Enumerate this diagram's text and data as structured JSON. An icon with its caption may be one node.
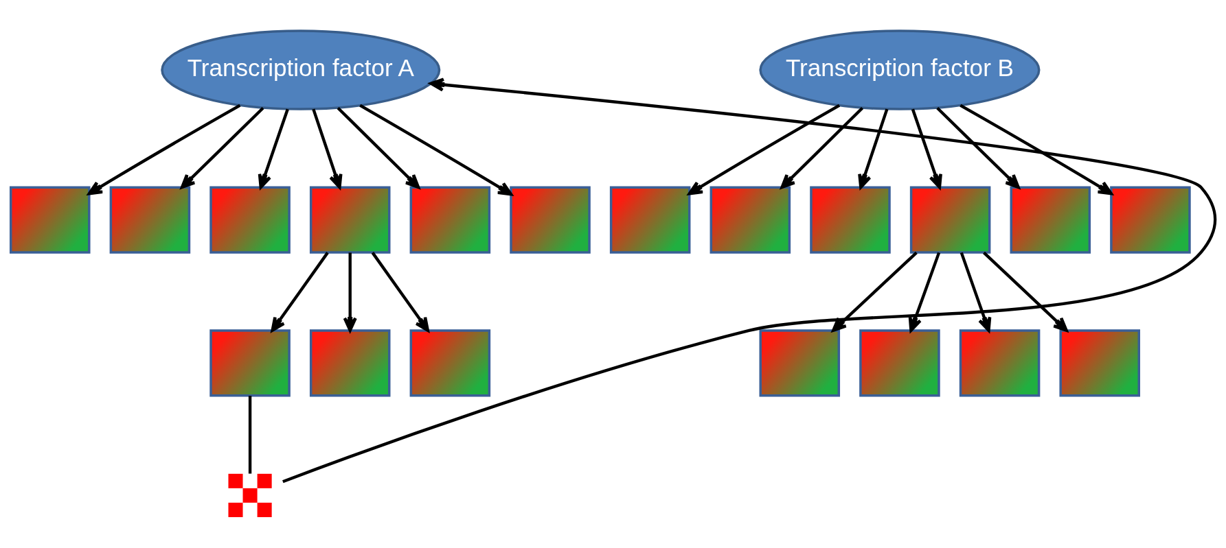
{
  "diagram": {
    "nodes": [
      {
        "text": [
          "Transcription factor A"
        ]
      },
      {
        "text": [
          "Transcription factor B"
        ]
      },
      {
        "text": [],
        "shape": "box"
      },
      {
        "text": [],
        "shape": "box"
      },
      {
        "text": [],
        "shape": "box"
      },
      {
        "text": [],
        "shape": "box"
      },
      {
        "text": [],
        "shape": "box"
      },
      {
        "text": [],
        "shape": "box"
      },
      {
        "text": [],
        "shape": "box"
      },
      {
        "text": [],
        "shape": "box"
      },
      {
        "text": [],
        "shape": "box"
      },
      {
        "text": [],
        "shape": "box"
      },
      {
        "text": [],
        "shape": "box"
      },
      {
        "text": [],
        "shape": "box"
      },
      {
        "text": [],
        "shape": "box"
      },
      {
        "text": [],
        "shape": "box"
      },
      {
        "text": [],
        "shape": "box"
      },
      {
        "text": [],
        "shape": "box"
      },
      {
        "text": [],
        "shape": "box"
      },
      {
        "text": [],
        "shape": "box"
      },
      {
        "text": [],
        "shape": "box"
      },
      {
        "text": [],
        "shape": "cross"
      }
    ],
    "edges": [
      {
        "from": 0,
        "to": 2,
        "arrow": "to"
      },
      {
        "from": 0,
        "to": 3,
        "arrow": "to"
      },
      {
        "from": 0,
        "to": 4,
        "arrow": "to"
      },
      {
        "from": 0,
        "to": 5,
        "arrow": "to"
      },
      {
        "from": 0,
        "to": 6,
        "arrow": "to"
      },
      {
        "from": 0,
        "to": 7,
        "arrow": "to"
      },
      {
        "from": 1,
        "to": 8,
        "arrow": "to"
      },
      {
        "from": 1,
        "to": 9,
        "arrow": "to"
      },
      {
        "from": 1,
        "to": 10,
        "arrow": "to"
      },
      {
        "from": 1,
        "to": 11,
        "arrow": "to"
      },
      {
        "from": 1,
        "to": 12,
        "arrow": "to"
      },
      {
        "from": 1,
        "to": 13,
        "arrow": "to"
      },
      {
        "from": 5,
        "to": 14,
        "arrow": "to"
      },
      {
        "from": 5,
        "to": 15,
        "arrow": "to"
      },
      {
        "from": 5,
        "to": 16,
        "arrow": "to"
      },
      {
        "from": 11,
        "to": 17,
        "arrow": "to"
      },
      {
        "from": 11,
        "to": 18,
        "arrow": "to"
      },
      {
        "from": 11,
        "to": 19,
        "arrow": "to"
      },
      {
        "from": 11,
        "to": 20,
        "arrow": "to"
      },
      {
        "from": 14,
        "to": 21,
        "arrow": "none"
      },
      {
        "from": 21,
        "to": 0,
        "arrow": "to"
      }
    ]
  }
}
